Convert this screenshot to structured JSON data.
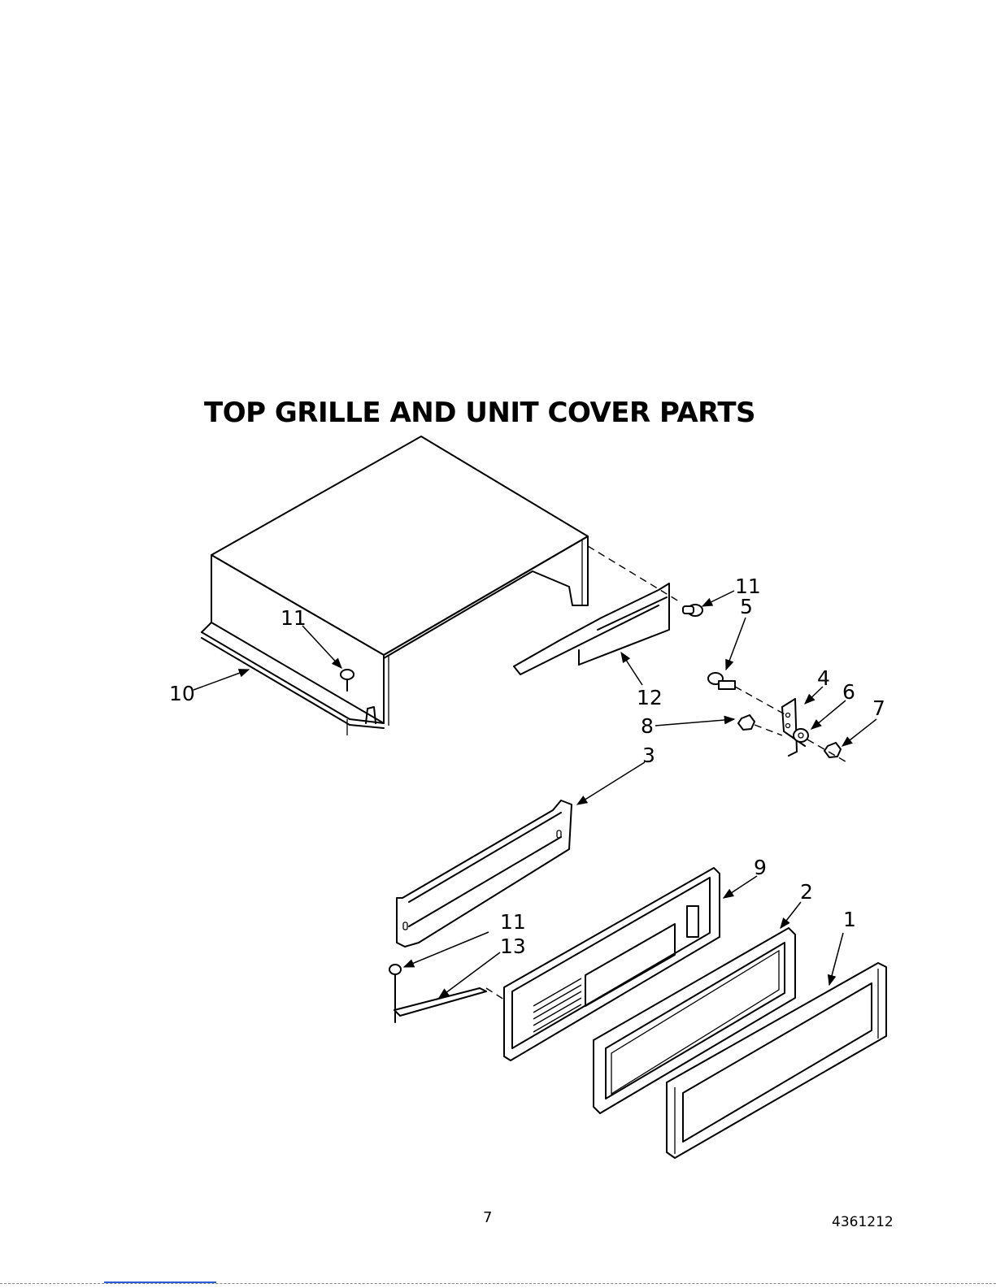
{
  "diagram": {
    "title": "TOP GRILLE AND UNIT COVER PARTS",
    "callouts": {
      "c1": "1",
      "c2": "2",
      "c3": "3",
      "c4": "4",
      "c5": "5",
      "c6": "6",
      "c7": "7",
      "c8": "8",
      "c9": "9",
      "c10": "10",
      "c11a": "11",
      "c11b": "11",
      "c11c": "11",
      "c12": "12",
      "c13": "13"
    }
  },
  "footer": {
    "page_number": "7",
    "document_number": "4361212"
  }
}
